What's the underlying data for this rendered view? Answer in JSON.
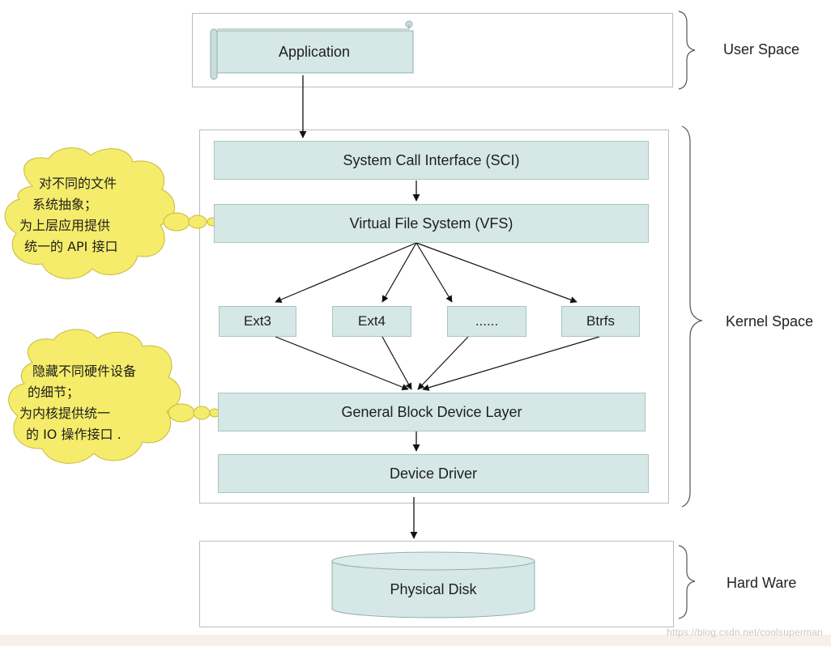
{
  "layers": {
    "application": "Application",
    "sci": "System Call Interface (SCI)",
    "vfs": "Virtual File System (VFS)",
    "ext3": "Ext3",
    "ext4": "Ext4",
    "ellipsis": "......",
    "btrfs": "Btrfs",
    "block": "General Block Device Layer",
    "driver": "Device Driver",
    "disk": "Physical Disk"
  },
  "spaces": {
    "user": "User Space",
    "kernel": "Kernel Space",
    "hardware": "Hard Ware"
  },
  "notes": {
    "vfs": [
      "对不同的文件",
      "系统抽象；",
      "为上层应用提供",
      "统一的 API 接口"
    ],
    "block": [
      "隐藏不同硬件设备",
      "的细节；",
      "为内核提供统一",
      "的 IO 操作接口 ."
    ]
  },
  "watermark": "https://blog.csdn.net/coolsuperman",
  "colors": {
    "box_fill": "#d5e8e6",
    "cloud_fill": "#f5ec6b",
    "frame": "#bdbdbd"
  }
}
